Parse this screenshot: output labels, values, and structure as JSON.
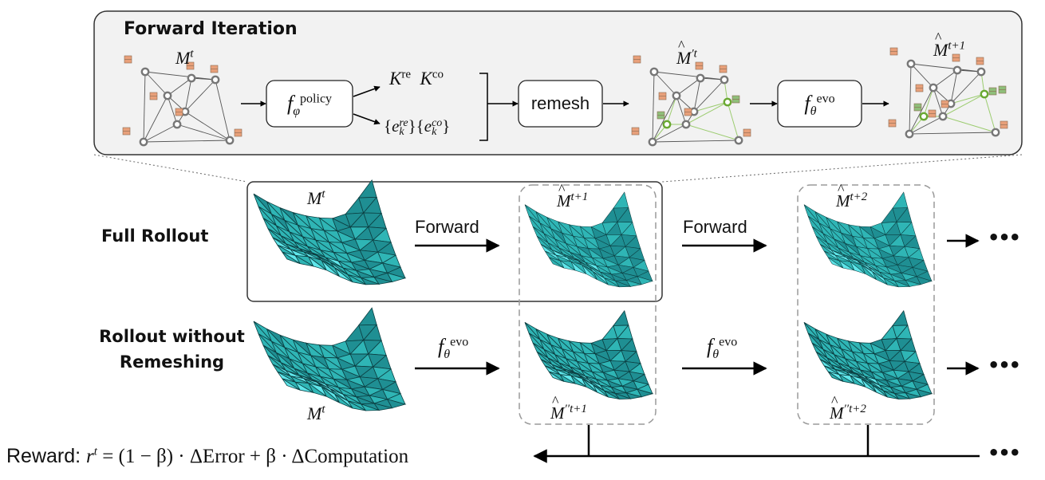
{
  "forward": {
    "title": "Forward Iteration",
    "remesh": "remesh",
    "policy_sub": "φ",
    "policy_sup": "policy",
    "evo_sub": "θ",
    "evo_sup": "evo",
    "k_re": "K",
    "k_re_sup": "re",
    "k_co": "K",
    "k_co_sup": "co",
    "e_re": "e",
    "e_re_sup": "re",
    "e_co": "e",
    "e_co_sup": "co",
    "e_sub": "k",
    "mesh_in": "M",
    "mesh_in_sup": "t",
    "mesh_mid": "M",
    "mesh_mid_sup": "′t",
    "mesh_out": "M",
    "mesh_out_sup": "t+1"
  },
  "rows": {
    "full": "Full Rollout",
    "without_1": "Rollout without",
    "without_2": "Remeshing",
    "forward_1": "Forward",
    "forward_2": "Forward",
    "f_symbol": "f",
    "evo_sub": "θ",
    "evo_sup": "evo",
    "mt": "M",
    "mt_sup": "t",
    "m_t1": "M",
    "m_t1_sup": "t+1",
    "m_t2": "M",
    "m_t2_sup": "t+2",
    "mpp_t1": "M",
    "mpp_t1_sup": "′′t+1",
    "mpp_t2": "M",
    "mpp_t2_sup": "′′t+2",
    "dots": "•••"
  },
  "reward": {
    "label": "Reward:",
    "formula": "r",
    "formula_sup": "t",
    "formula_rest": " = (1 − β) · ΔError + β · ΔComputation"
  },
  "colors": {
    "mesh_dark": "#1f8f93",
    "mesh_mid": "#2fb5b5",
    "mesh_light": "#5fe6ea",
    "node_grey": "#777777",
    "node_green": "#6aa832",
    "feature_orange": "#e8a07a",
    "feature_green": "#8fbf7a"
  }
}
